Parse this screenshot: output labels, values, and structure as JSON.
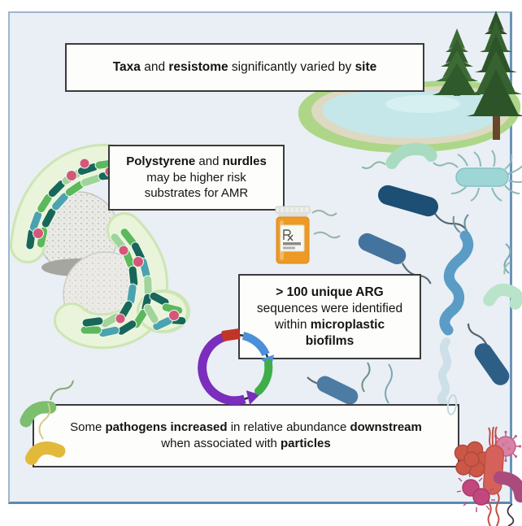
{
  "figure": {
    "type": "graphical-abstract",
    "callouts": {
      "site": {
        "segments": [
          {
            "t": "Taxa",
            "b": true
          },
          {
            "t": " and ",
            "b": false
          },
          {
            "t": "resistome",
            "b": true
          },
          {
            "t": " significantly varied by ",
            "b": false
          },
          {
            "t": "site",
            "b": true
          }
        ]
      },
      "substrates": {
        "segments": [
          {
            "t": "Polystyrene",
            "b": true
          },
          {
            "t": " and ",
            "b": false
          },
          {
            "t": "nurdles",
            "b": true,
            "br": true
          },
          {
            "t": "may be higher risk",
            "b": false,
            "br": true
          },
          {
            "t": "substrates for AMR",
            "b": false
          }
        ]
      },
      "arg": {
        "segments": [
          {
            "t": "> 100 unique ARG",
            "b": true,
            "br": true
          },
          {
            "t": "sequences were identified",
            "b": false,
            "br": true
          },
          {
            "t": "within ",
            "b": false
          },
          {
            "t": "microplastic",
            "b": true,
            "br": true
          },
          {
            "t": "biofilms",
            "b": true
          }
        ]
      },
      "pathogens": {
        "segments": [
          {
            "t": "Some ",
            "b": false
          },
          {
            "t": "pathogens increased",
            "b": true
          },
          {
            "t": " in relative abundance ",
            "b": false
          },
          {
            "t": "downstream",
            "b": true,
            "br": true
          },
          {
            "t": "when associated with ",
            "b": false
          },
          {
            "t": "particles",
            "b": true
          }
        ]
      }
    },
    "palette": {
      "panel_fill": "#e9eff4",
      "panel_border": "#9db7cd",
      "panel_accent": "#5d88b0",
      "box_border": "#3b3b3b",
      "box_fill": "#fdfdfb",
      "text": "#141414",
      "tree_green": "#3d6b35",
      "tree_green_dark": "#2d5429",
      "lake_shore": "#aed688",
      "lake_sand": "#ded9c2",
      "lake_water": "#c5e7e9",
      "sphere_gray": "#e9e9e6",
      "biofilm_matrix": "#e9f4da",
      "rod_teal_dark": "#17685a",
      "rod_green": "#5cb85c",
      "rod_green_light": "#9fd49b",
      "rod_blue": "#4ba3b0",
      "coccus_pink": "#d4577a",
      "bottle_amber": "#ec9a24",
      "plasmid_purple": "#7b2dbd",
      "plasmid_blue": "#4a90d9",
      "plasmid_green": "#3fae49",
      "plasmid_red": "#c13427",
      "pathogen_red": "#cc5747",
      "pathogen_magenta": "#c2477e"
    },
    "illustrations": [
      "pine-trees",
      "lake",
      "microplastic-spheres-with-biofilm",
      "pill-bottle",
      "plasmid",
      "environmental-bacteria",
      "red-pathogens"
    ]
  }
}
